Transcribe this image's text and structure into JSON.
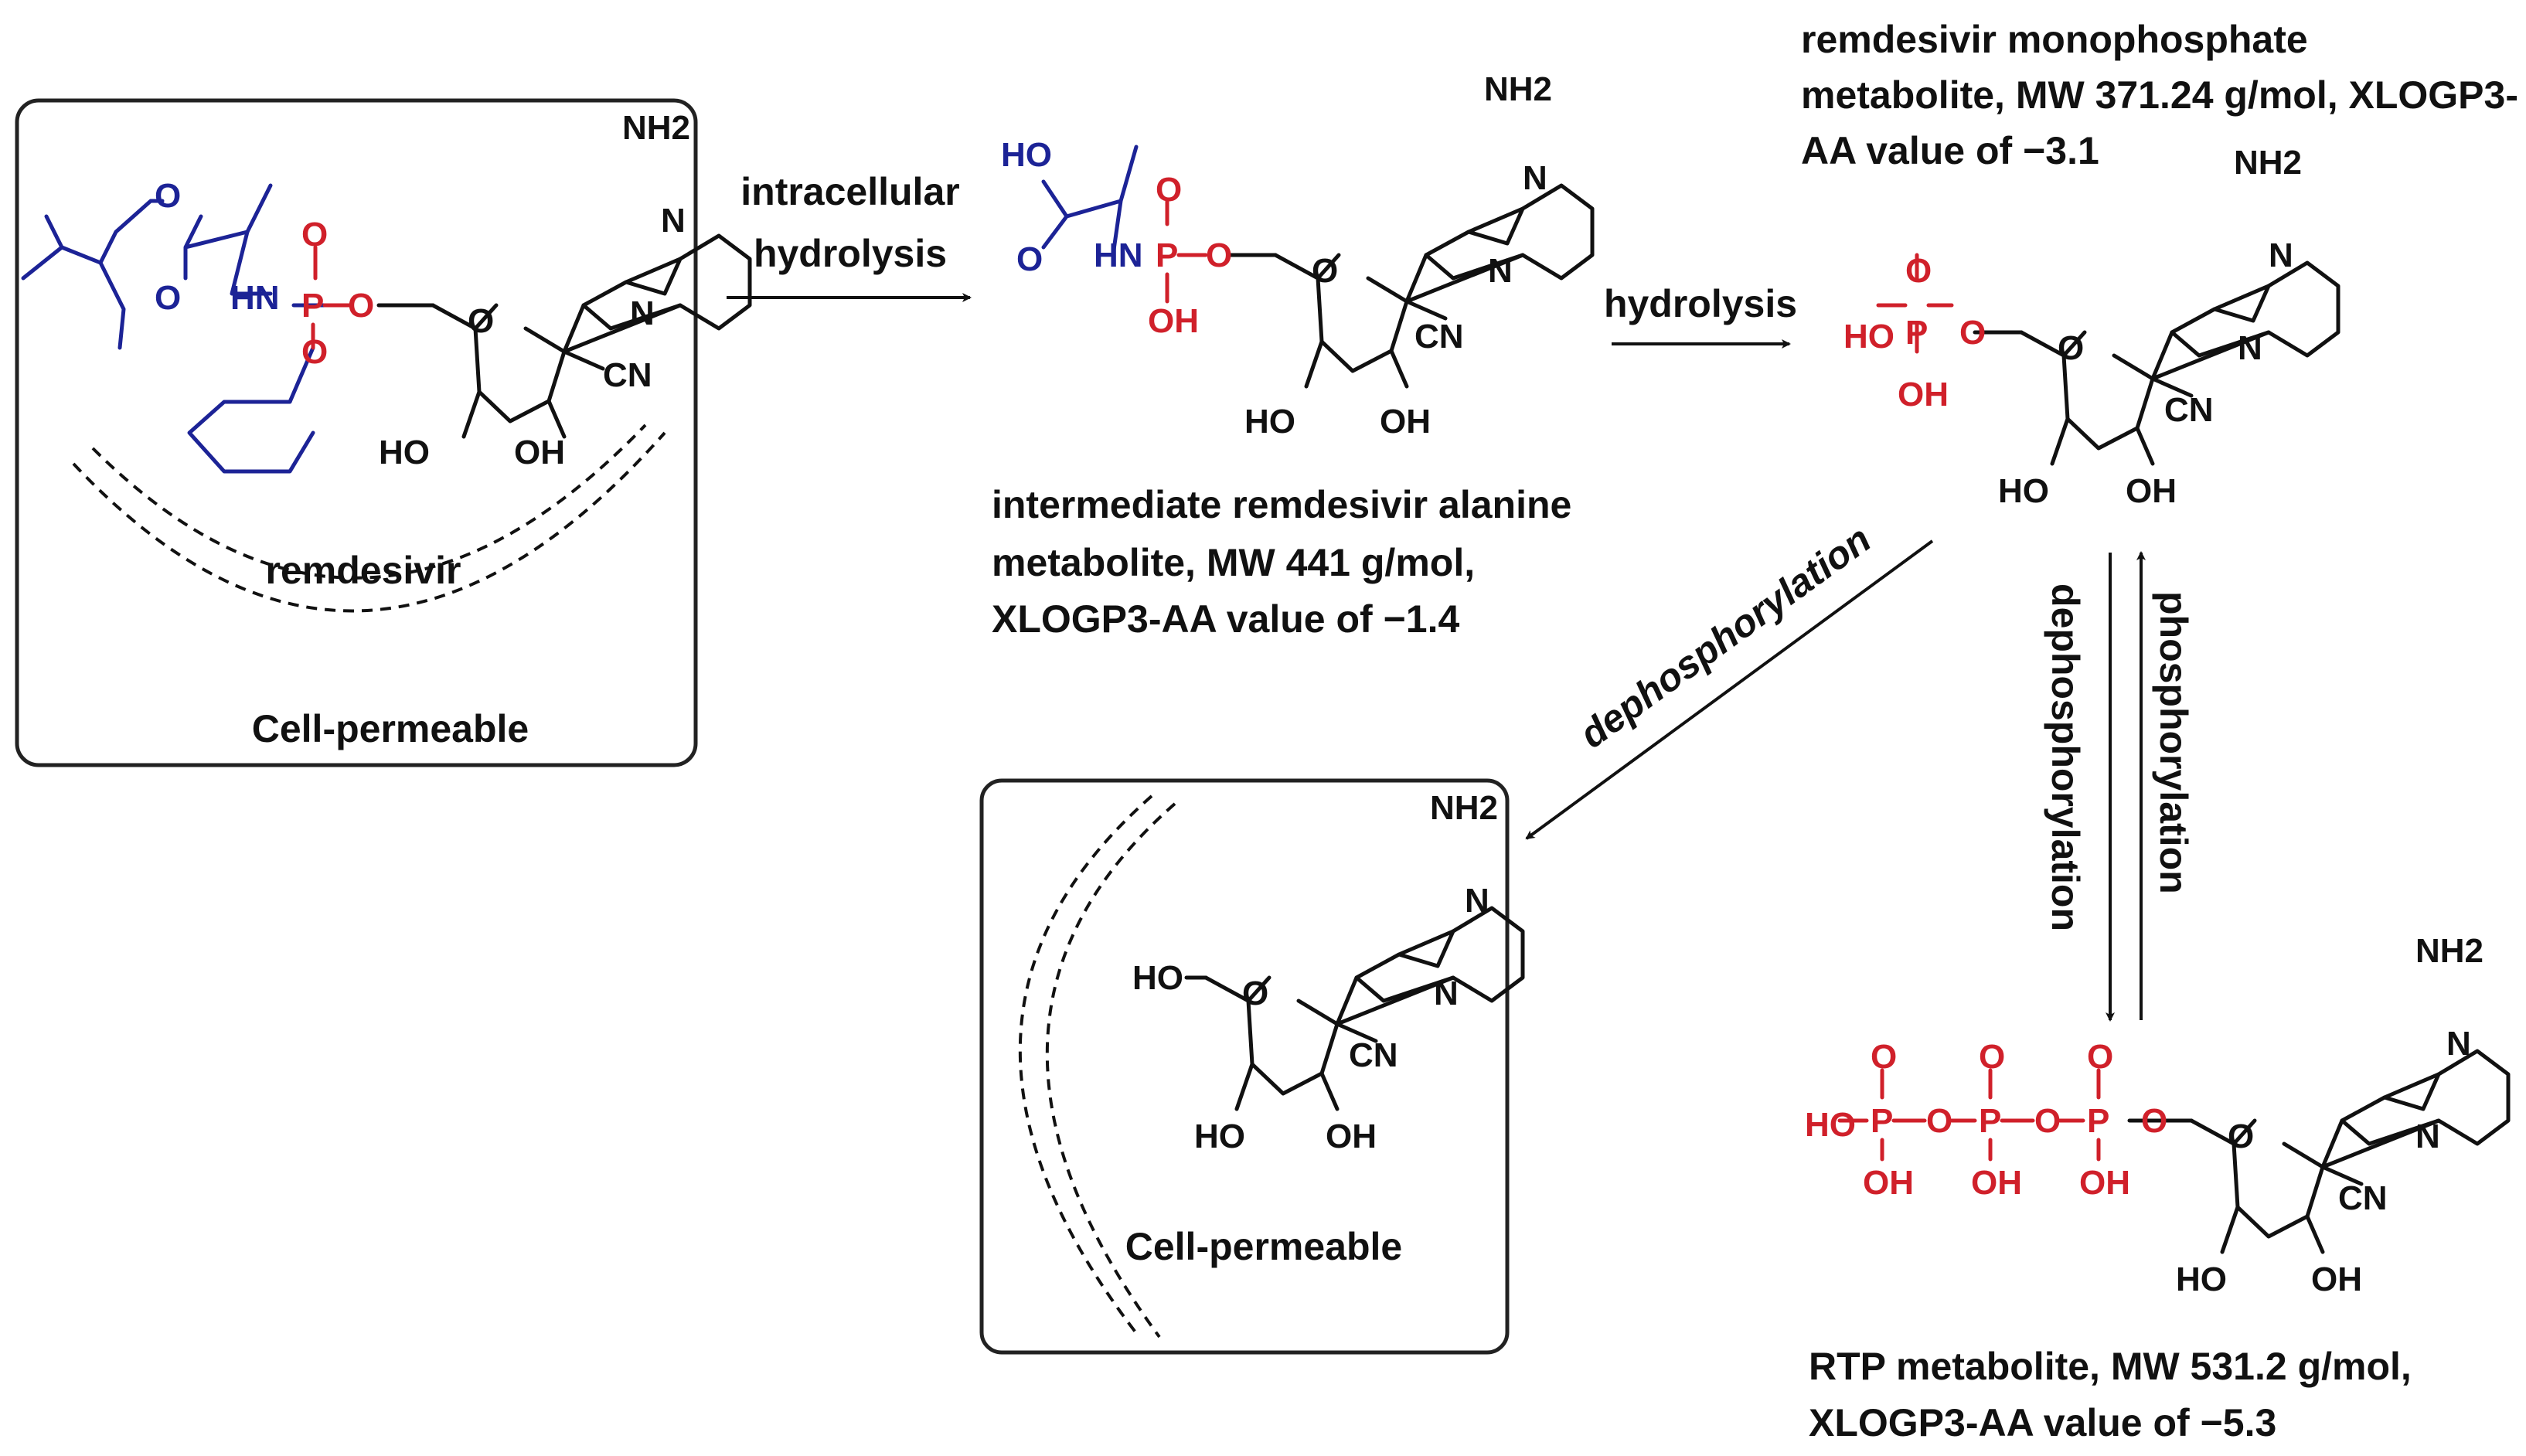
{
  "labels": {
    "remdesivir": "remdesivir",
    "cell_permeable_1": "Cell-permeable",
    "cell_permeable_2": "Cell-permeable",
    "arrow_intracellular_1": "intracellular",
    "arrow_intracellular_2": "hydrolysis",
    "arrow_hydrolysis": "hydrolysis",
    "arrow_dephos_diag": "dephosphorylation",
    "arrow_dephos_vert": "dephosphorylation",
    "arrow_phos_vert": "phosphorylation"
  },
  "captions": {
    "alanine": [
      "intermediate remdesivir alanine",
      "metabolite, MW 441 g/mol,",
      "XLOGP3-AA value of −1.4"
    ],
    "monophosphate": [
      "remdesivir monophosphate",
      "metabolite, MW 371.24 g/mol, XLOGP3-",
      "AA value of −3.1"
    ],
    "rtp": [
      "RTP metabolite, MW 531.2 g/mol,",
      "XLOGP3-AA value of −5.3"
    ]
  },
  "atoms": {
    "NH2": "NH2",
    "N": "N",
    "O": "O",
    "HO": "HO",
    "OH": "OH",
    "CN": "CN",
    "HN": "HN",
    "P": "P"
  },
  "colors": {
    "black": "#111111",
    "blue": "#1c2396",
    "red": "#d0202a"
  }
}
